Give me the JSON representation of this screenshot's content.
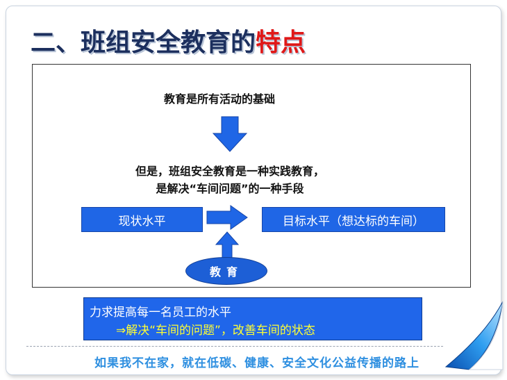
{
  "title": {
    "main": "二、班组安全教育的",
    "accent": "特点"
  },
  "statement_top": "教育是所有活动的基础",
  "statement_mid_line1": "但是，班组安全教育是一种实践教育，",
  "statement_mid_line2": "是解决“车间问题”的一种手段",
  "box_current": "现状水平",
  "box_target": "目标水平（想达标的车间）",
  "ellipse_education": "教育",
  "summary": {
    "line1": "力求提高每一名员工的水平",
    "line2": "⇒解决“车间的问题”，改善车间的状态"
  },
  "footer": "如果我不在家，就在低碳、健康、安全文化公益传播的路上",
  "colors": {
    "title_main": "#1c2f5e",
    "title_accent": "#e01818",
    "box_blue": "#1f66e6",
    "summary_highlight": "#ffff33",
    "footer_blue": "#2e8fe0"
  }
}
